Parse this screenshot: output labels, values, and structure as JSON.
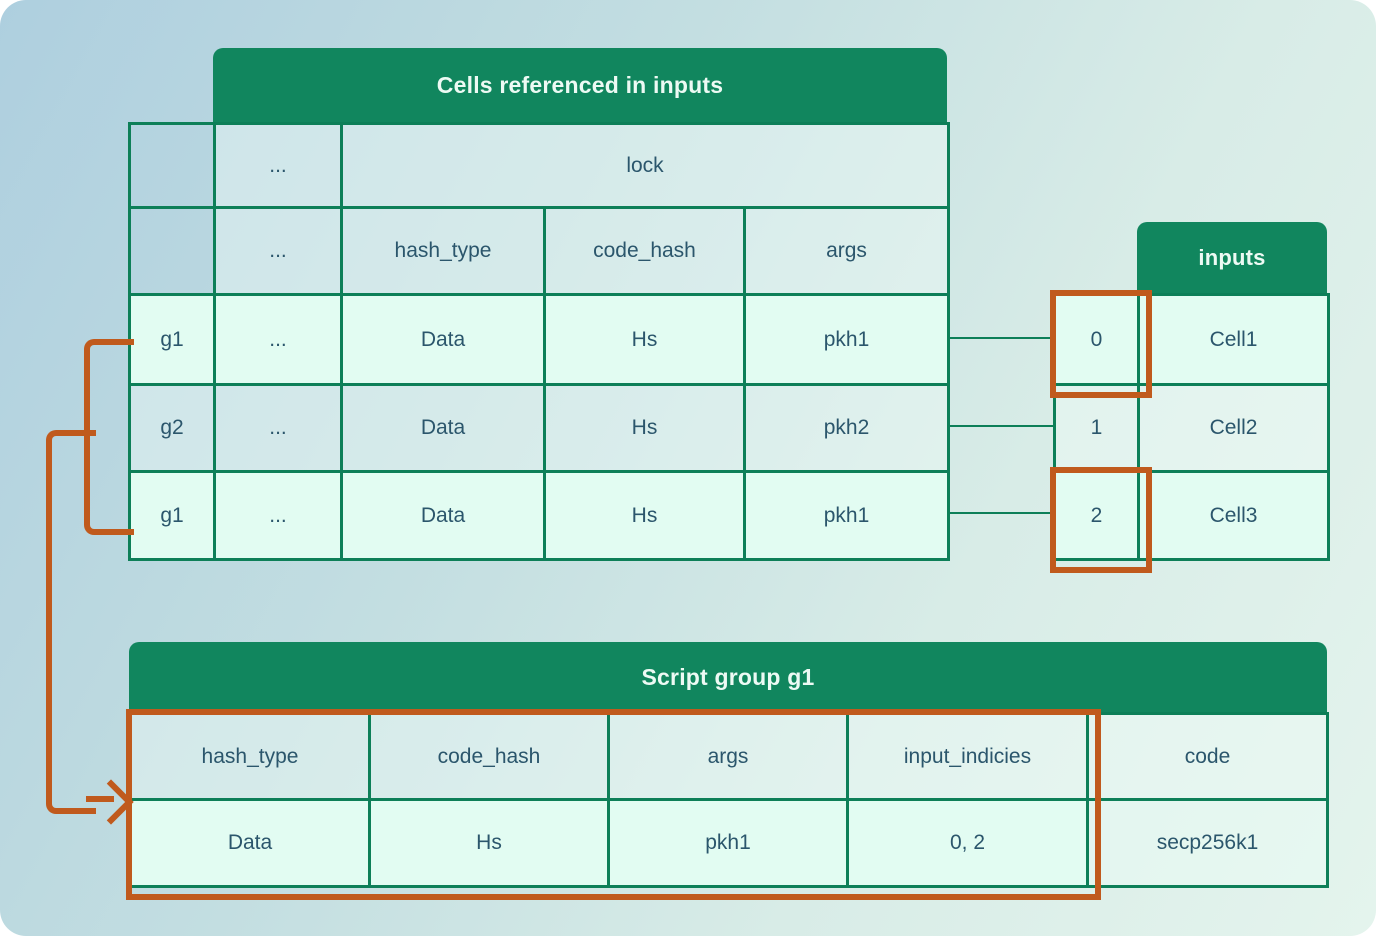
{
  "referenced_cells": {
    "title": "Cells referenced in inputs",
    "ellipsis": "...",
    "lock_label": "lock",
    "headers": {
      "hash_type": "hash_type",
      "code_hash": "code_hash",
      "args": "args"
    },
    "rows": [
      {
        "group": "g1",
        "ellipsis": "...",
        "hash_type": "Data",
        "code_hash": "Hs",
        "args": "pkh1"
      },
      {
        "group": "g2",
        "ellipsis": "...",
        "hash_type": "Data",
        "code_hash": "Hs",
        "args": "pkh2"
      },
      {
        "group": "g1",
        "ellipsis": "...",
        "hash_type": "Data",
        "code_hash": "Hs",
        "args": "pkh1"
      }
    ]
  },
  "inputs_table": {
    "title": "inputs",
    "rows": [
      {
        "index": "0",
        "cell": "Cell1",
        "highlighted": true
      },
      {
        "index": "1",
        "cell": "Cell2",
        "highlighted": false
      },
      {
        "index": "2",
        "cell": "Cell3",
        "highlighted": true
      }
    ]
  },
  "script_group": {
    "title": "Script group g1",
    "headers": {
      "hash_type": "hash_type",
      "code_hash": "code_hash",
      "args": "args",
      "input_indicies": "input_indicies",
      "code": "code"
    },
    "values": {
      "hash_type": "Data",
      "code_hash": "Hs",
      "args": "pkh1",
      "input_indicies": "0, 2",
      "code": "secp256k1"
    }
  },
  "colors": {
    "header_green": "#11865e",
    "border_green": "#0d7f58",
    "highlight_orange": "#c05a1d",
    "cell_mint": "#e2fcf2",
    "text_dark": "#2b566c"
  }
}
